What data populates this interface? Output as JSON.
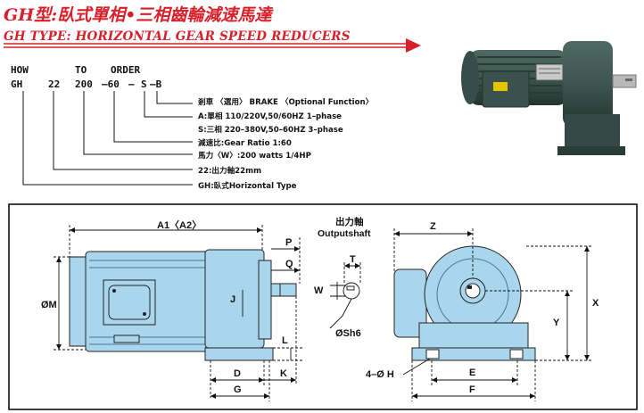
{
  "header": {
    "title_cn": "GH型:臥式單相•三相齒輪減速馬達",
    "title_en": "GH TYPE: HORIZONTAL GEAR SPEED REDUCERS"
  },
  "order_code": {
    "row1": [
      "HOW",
      "TO",
      "ORDER"
    ],
    "row2": [
      "GH",
      "22",
      "200",
      "–60",
      "–",
      "S",
      "–B"
    ],
    "options": [
      "剎車 〈選用〉 BRAKE 〈Optional Function〉",
      "A:單相 110/220V,50/60HZ 1–phase",
      "S:三相 220–380V,50–60HZ 3–phase",
      "減速比:Gear    Ratio 1:60",
      "馬力〈W〉:200 watts  1/4HP",
      "22:出力軸22mm",
      "GH:臥式Horizontal    Type"
    ]
  },
  "drawing": {
    "outputshaft_cn": "出力軸",
    "outputshaft_en": "Outputshaft",
    "labels": {
      "a1a2": "A1〈A2〉",
      "p": "P",
      "q": "Q",
      "j": "J",
      "m": "ØM",
      "l": "L",
      "d": "D",
      "k": "K",
      "g": "G",
      "t": "T",
      "w": "W",
      "sh6": "ØSh6",
      "z": "Z",
      "x": "X",
      "y": "Y",
      "e": "E",
      "f": "F",
      "h": "4–Ø H"
    }
  },
  "colors": {
    "title_red": "#d8202a",
    "motor_fill": "#a9d6ec",
    "arrow_red": "#d8202a"
  }
}
